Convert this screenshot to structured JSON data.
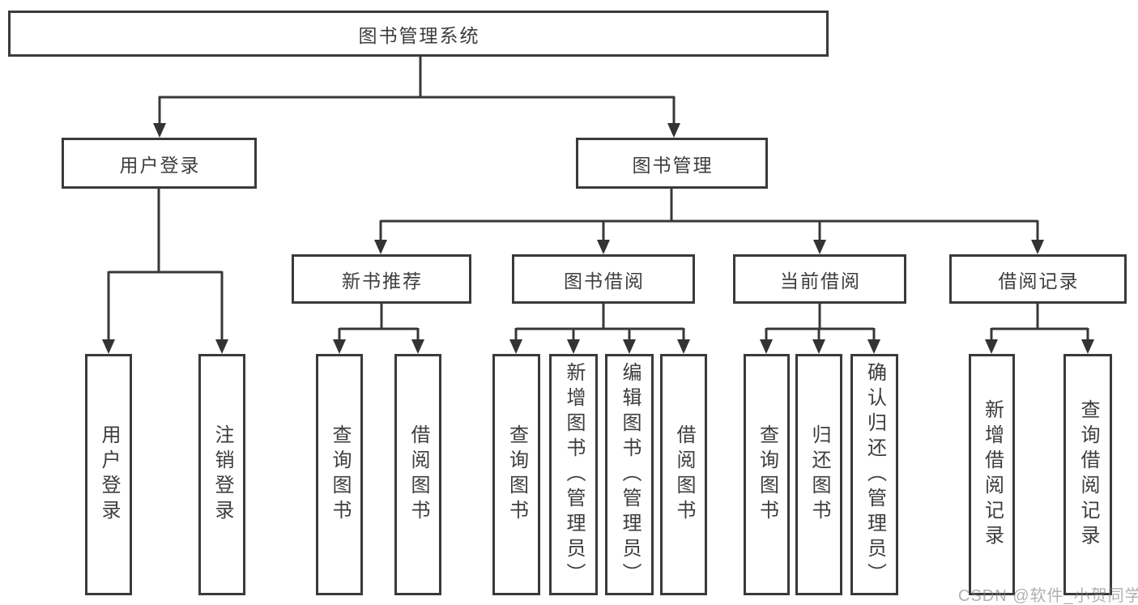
{
  "tree": {
    "label": "图书管理系统",
    "children": [
      {
        "label": "用户登录",
        "children": [
          {
            "label": "用户登录"
          },
          {
            "label": "注销登录"
          }
        ]
      },
      {
        "label": "图书管理",
        "children": [
          {
            "label": "新书推荐",
            "children": [
              {
                "label": "查询图书"
              },
              {
                "label": "借阅图书"
              }
            ]
          },
          {
            "label": "图书借阅",
            "children": [
              {
                "label": "查询图书"
              },
              {
                "label": "新增图书（管理员）"
              },
              {
                "label": "编辑图书（管理员）"
              },
              {
                "label": "借阅图书"
              }
            ]
          },
          {
            "label": "当前借阅",
            "children": [
              {
                "label": "查询图书"
              },
              {
                "label": "归还图书"
              },
              {
                "label": "确认归还（管理员）"
              }
            ]
          },
          {
            "label": "借阅记录",
            "children": [
              {
                "label": "新增借阅记录"
              },
              {
                "label": "查询借阅记录"
              }
            ]
          }
        ]
      }
    ]
  },
  "watermark": {
    "text": "CSDN @软件_小贺同学"
  },
  "colors": {
    "line": "#383838",
    "border": "#3a3a3a",
    "text": "#3d3d3d",
    "watermark": "#808080"
  }
}
